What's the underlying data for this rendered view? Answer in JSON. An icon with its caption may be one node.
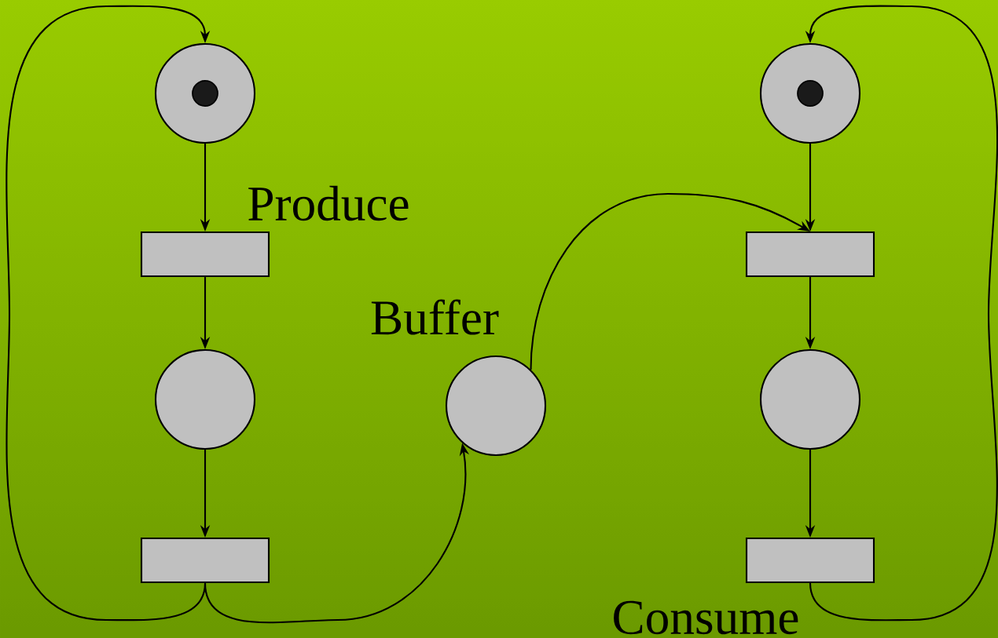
{
  "diagram": {
    "nodes": [
      {
        "text": [],
        "shape": "circle"
      },
      {
        "text": [],
        "shape": "circle",
        "in": 0
      },
      {
        "text": [],
        "shape": "box",
        "beside": [
          "Produce"
        ]
      },
      {
        "text": [],
        "shape": "circle"
      },
      {
        "text": [],
        "shape": "box"
      },
      {
        "text": [],
        "shape": "circle",
        "beside": [
          "Buffer"
        ]
      },
      {
        "text": [],
        "shape": "circle"
      },
      {
        "text": [],
        "shape": "circle",
        "in": 6
      },
      {
        "text": [],
        "shape": "box"
      },
      {
        "text": [],
        "shape": "circle"
      },
      {
        "text": [],
        "shape": "box",
        "beside": [
          "Consume"
        ]
      }
    ],
    "edges": [
      {
        "from": 0,
        "to": 2,
        "arrow": "to"
      },
      {
        "from": 2,
        "to": 3,
        "arrow": "to"
      },
      {
        "from": 3,
        "to": 4,
        "arrow": "to"
      },
      {
        "from": 4,
        "to": 0,
        "arrow": "to"
      },
      {
        "from": 4,
        "to": 5,
        "arrow": "to"
      },
      {
        "from": 5,
        "to": 8,
        "arrow": "to"
      },
      {
        "from": 6,
        "to": 8,
        "arrow": "to"
      },
      {
        "from": 8,
        "to": 9,
        "arrow": "to"
      },
      {
        "from": 9,
        "to": 10,
        "arrow": "to"
      },
      {
        "from": 10,
        "to": 6,
        "arrow": "to"
      }
    ]
  }
}
